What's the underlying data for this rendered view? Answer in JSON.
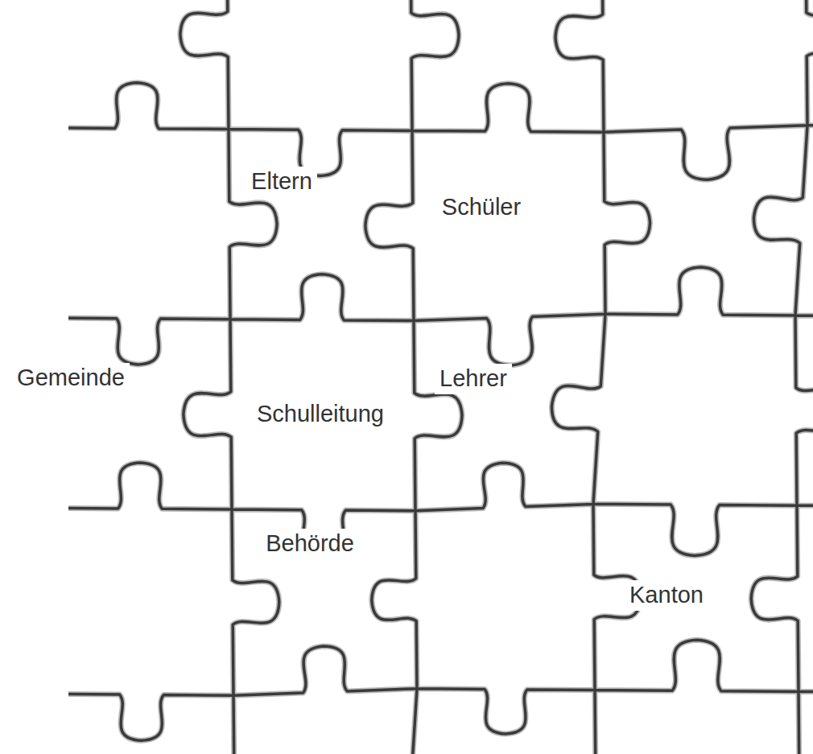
{
  "diagram": {
    "nodes": [
      {
        "text": [
          "Eltern"
        ]
      },
      {
        "text": [
          "Schüler"
        ]
      },
      {
        "text": [
          "Gemeinde"
        ]
      },
      {
        "text": [
          "Schulleitung"
        ]
      },
      {
        "text": [
          "Lehrer"
        ]
      },
      {
        "text": [
          "Behörde"
        ]
      },
      {
        "text": [
          "Kanton"
        ]
      }
    ]
  }
}
